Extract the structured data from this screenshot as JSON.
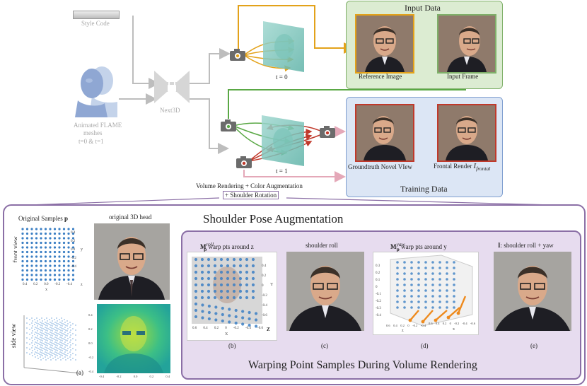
{
  "top": {
    "style_code": "Style Code",
    "next3d": "Next3D",
    "flame_line1": "Animated FLAME",
    "flame_line2": "meshes",
    "flame_line3": "t=0 & t=1",
    "t0": "t = 0",
    "t1": "t = 1",
    "vr_line1": "Volume Rendering + Color Augmentation",
    "vr_line2": "+ Shoulder Rotation"
  },
  "input_data": {
    "title": "Input Data",
    "reference": "Reference Image",
    "frame": "Input Frame"
  },
  "training_data": {
    "title": "Training Data",
    "gt": "Groundtruth Novel VIew",
    "frontal_prefix": "Frontal Render ",
    "frontal_symbol": "I",
    "frontal_sub": "frontal"
  },
  "spa": {
    "title": "Shoulder Pose Augmentation",
    "original_samples": "Original Samples ",
    "original_samples_bold": "p",
    "original_head": "original 3D head",
    "front_view": "front view",
    "side_view": "side view",
    "cap_a": "(a)"
  },
  "warp": {
    "title": "Warping Point Samples During Volume Rendering",
    "b_symbol": "M",
    "b_sub": "p",
    "b_sup": "roll",
    "b_text": " warp pts around z",
    "c_text": "shoulder roll",
    "d_symbol": "M",
    "d_sub": "p",
    "d_sup": "yaw",
    "d_text": " warp pts around y",
    "e_symbol": "I",
    "e_text": ": shoulder roll + yaw",
    "cap_b": "(b)",
    "cap_c": "(c)",
    "cap_d": "(d)",
    "cap_e": "(e)"
  },
  "axes": {
    "front_yticks": [
      "0.4",
      "0.2",
      "0.0",
      "-0.2",
      "-0.4"
    ],
    "front_xticks": [
      "0.4",
      "0.2",
      "0.0",
      "-0.2",
      "-0.4"
    ],
    "front_ylabel": "y",
    "front_xlabel": "x",
    "front_zlabel": "z",
    "heat_yticks": [
      "0.4",
      "0.2",
      "0.0",
      "-0.2",
      "-0.4"
    ],
    "heat_xticks": [
      "-0.4",
      "-0.2",
      "0.0",
      "0.2",
      "0.4"
    ],
    "b_yticks": [
      "0.4",
      "0.2",
      "0",
      "-0.2",
      "-0.4",
      "-0.6"
    ],
    "b_ylabel": "Y",
    "b_xticks": [
      "0.6",
      "0.4",
      "0.2",
      "0",
      "-0.2",
      "-0.4",
      "-0.6"
    ],
    "b_xlabel": "X",
    "b_zlabel": "Z",
    "d_yticks": [
      "0.3",
      "0.2",
      "0.1",
      "0",
      "-0.1",
      "-0.2",
      "-0.3",
      "-0.4"
    ],
    "d_xticks_left": [
      "0.6",
      "0.4",
      "0.2",
      "0",
      "-0.2",
      "-0.4"
    ],
    "d_xticks_right": [
      "0.6",
      "0.4",
      "0.2",
      "0",
      "-0.2",
      "-0.4",
      "-0.6"
    ],
    "d_zlabel": "z",
    "d_xlabel": "x"
  },
  "colors": {
    "green": "#7fb069",
    "blue": "#7f9fd0",
    "purple": "#8b6fa6",
    "orange": "#e3a21a",
    "red": "#c0392b",
    "arrow_green": "#5aa845"
  }
}
